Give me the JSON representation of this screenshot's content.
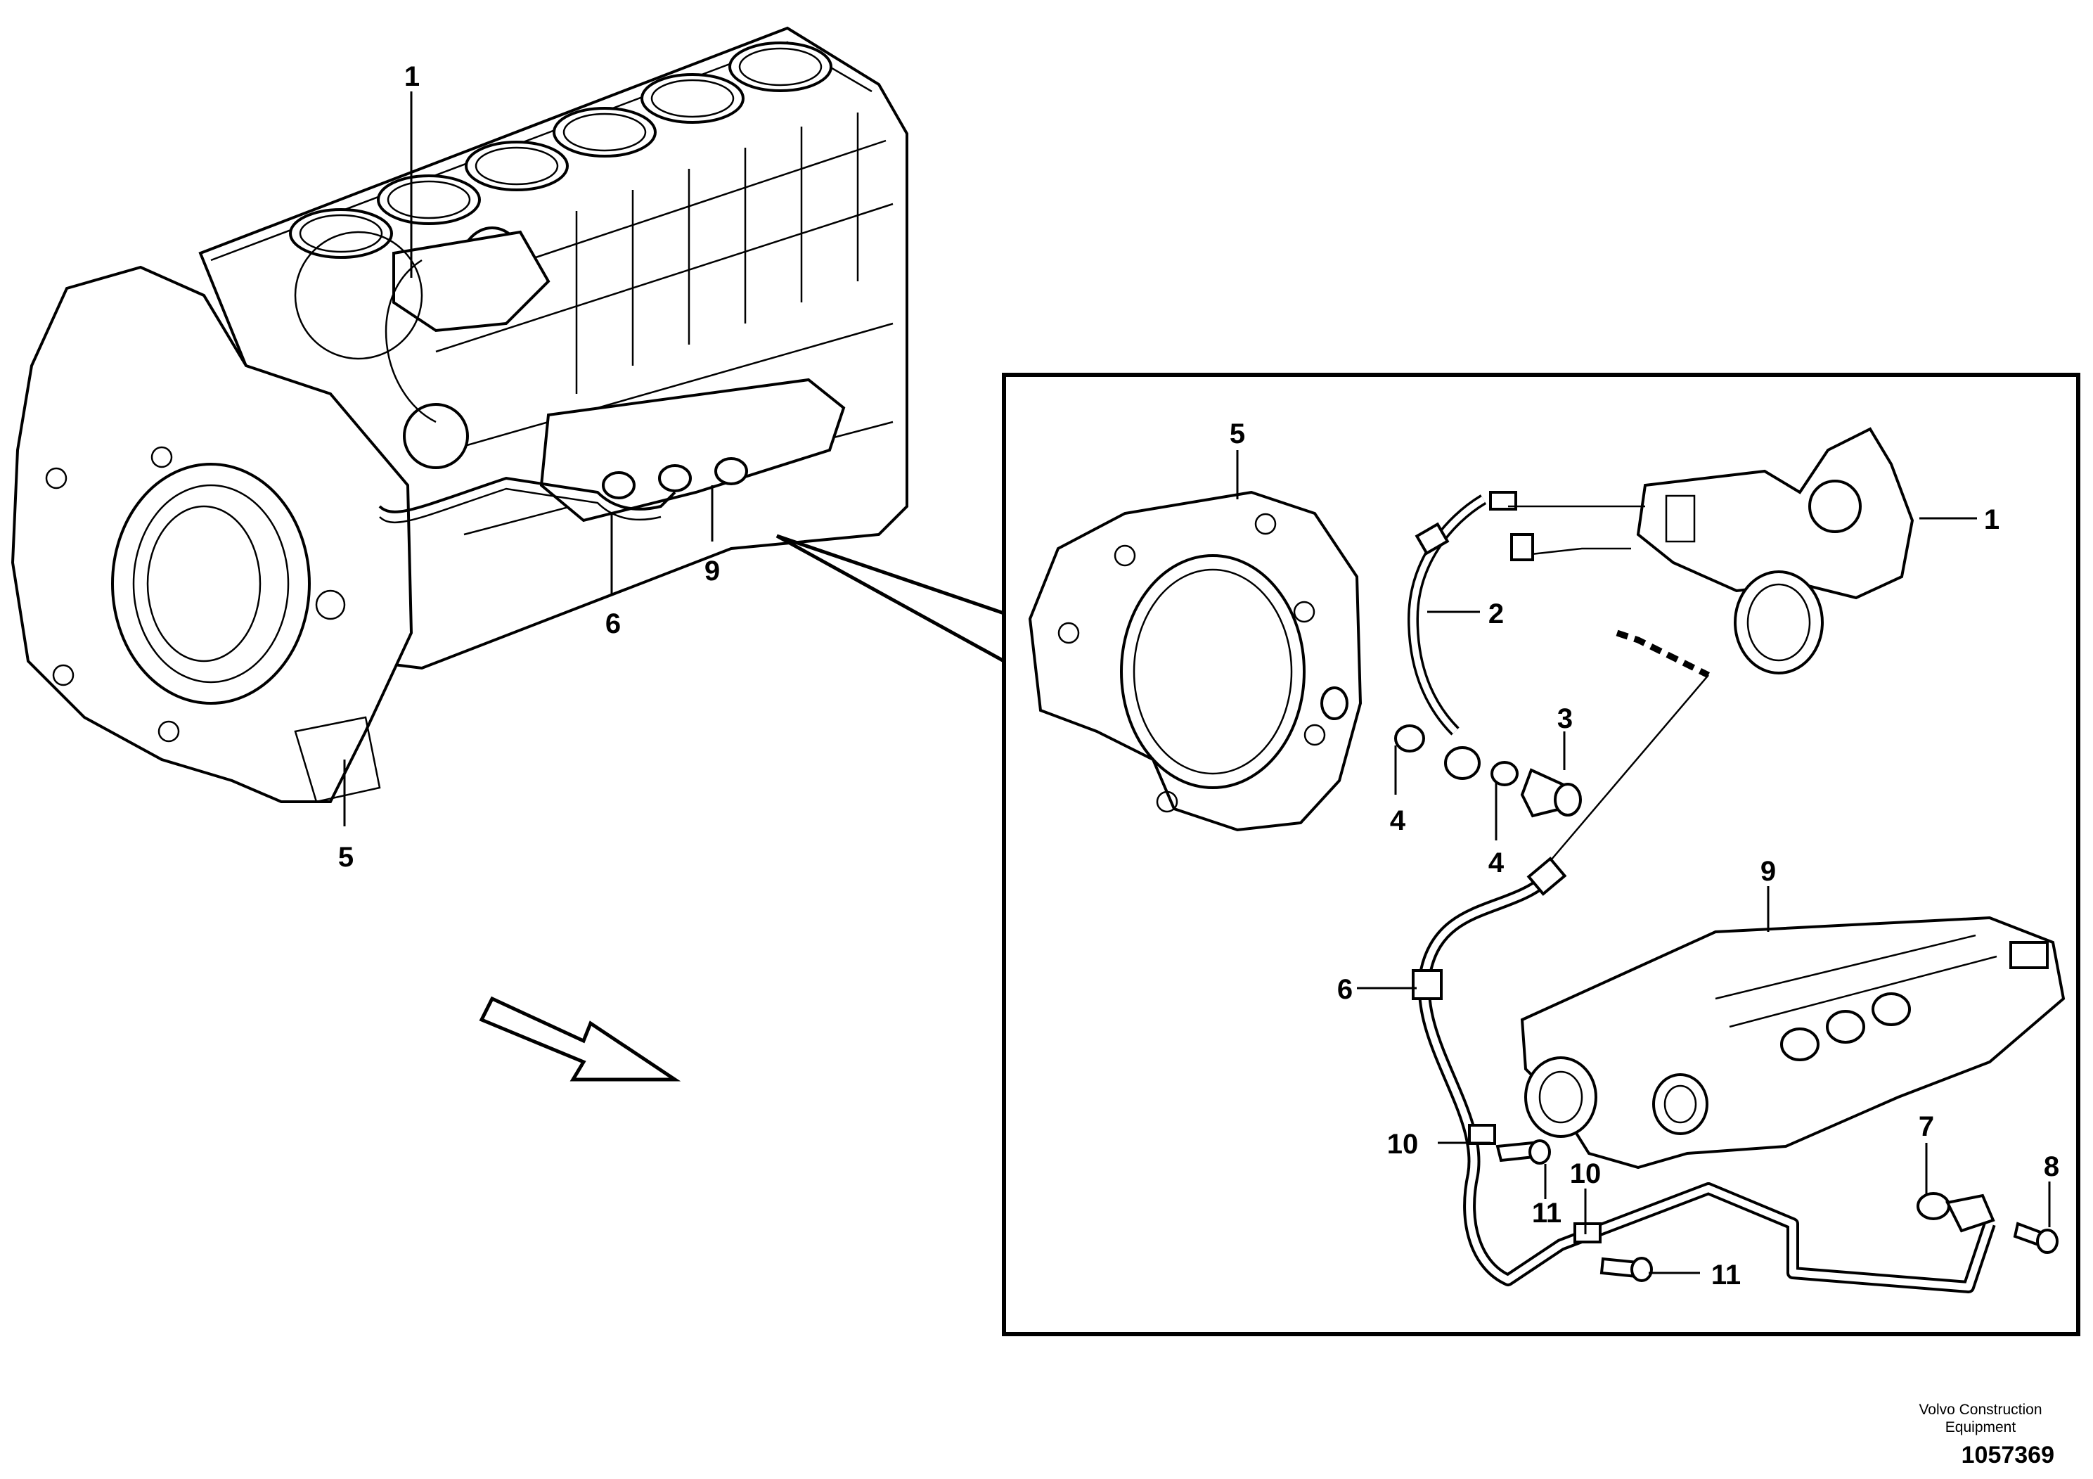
{
  "diagram": {
    "overview_callouts": [
      "1",
      "5",
      "6",
      "9"
    ],
    "detail_callouts": [
      "1",
      "2",
      "3",
      "4",
      "4",
      "5",
      "6",
      "7",
      "8",
      "9",
      "10",
      "10",
      "11",
      "11"
    ]
  },
  "footer": {
    "brand_line1": "Volvo Construction",
    "brand_line2": "Equipment",
    "illustration_number": "1057369"
  }
}
